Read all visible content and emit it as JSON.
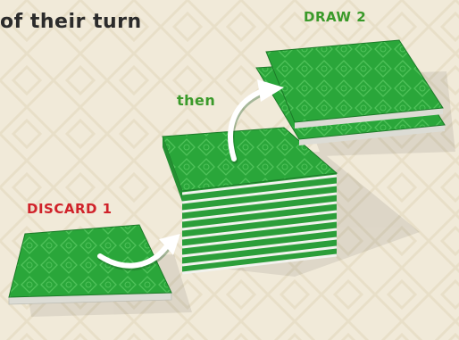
{
  "instruction": {
    "turn_text": "of their turn"
  },
  "steps": {
    "draw_label": "DRAW 2",
    "then_label": "then",
    "discard_label": "DISCARD 1"
  },
  "colors": {
    "background": "#f1ead9",
    "tile_green": "#2aa63a",
    "tile_edge": "#e9e9e4",
    "draw_label": "#3a9a2a",
    "discard_label": "#d0222a",
    "arrow": "#ffffff"
  }
}
